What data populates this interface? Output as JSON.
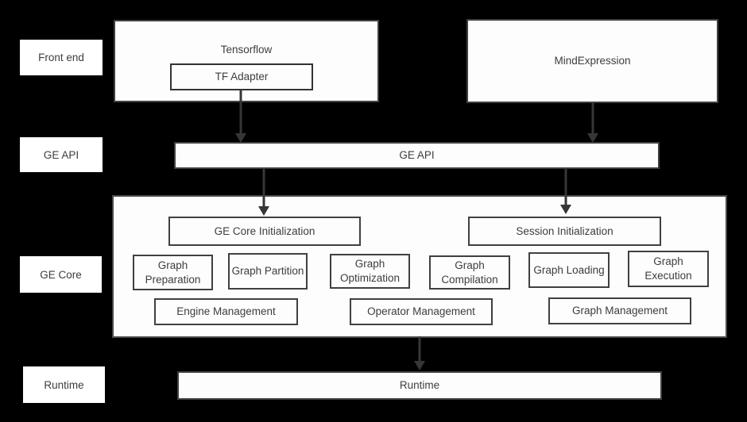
{
  "row_labels": [
    {
      "label": "Front end"
    },
    {
      "label": "GE API"
    },
    {
      "label": "GE Core"
    },
    {
      "label": "Runtime"
    }
  ],
  "front_end": {
    "tensorflow_label": "Tensorflow",
    "tf_adapter_label": "TF Adapter",
    "mindexpression_label": "MindExpression"
  },
  "ge_api": {
    "label": "GE API"
  },
  "ge_core": {
    "core_init_label": "GE Core Initialization",
    "session_init_label": "Session Initialization",
    "modules": [
      {
        "label": "Graph Preparation"
      },
      {
        "label": "Graph Partition"
      },
      {
        "label": "Graph Optimization"
      },
      {
        "label": "Graph Compilation"
      },
      {
        "label": "Graph Loading"
      },
      {
        "label": "Graph Execution"
      }
    ],
    "management": [
      {
        "label": "Engine Management"
      },
      {
        "label": "Operator Management"
      },
      {
        "label": "Graph Management"
      }
    ]
  },
  "runtime": {
    "label": "Runtime"
  },
  "colors": {
    "background": "#000000",
    "box_fill": "#fdfdfd",
    "box_border": "#404040",
    "text": "#3d3d3d",
    "arrow": "#363636"
  }
}
